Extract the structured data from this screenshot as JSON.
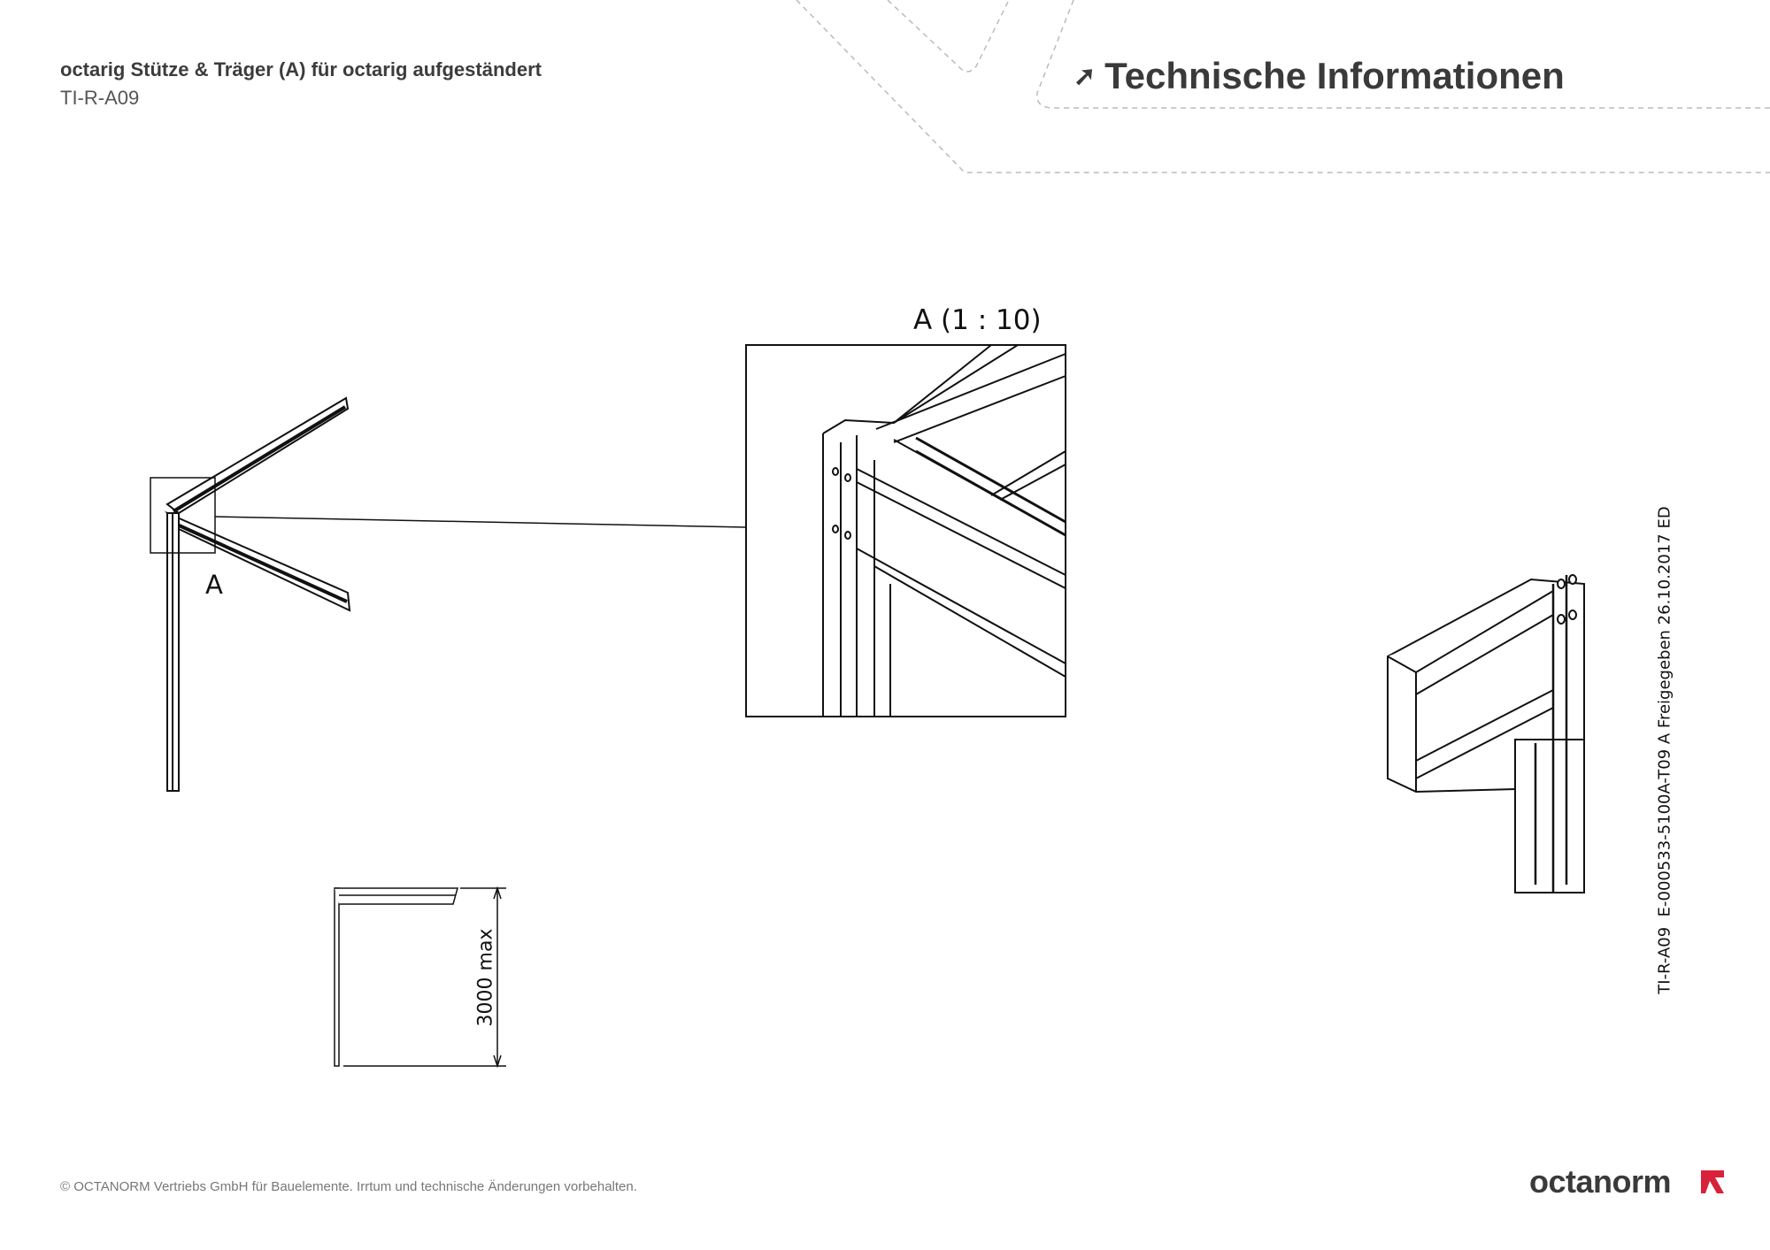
{
  "header": {
    "title": "octarig Stütze & Träger (A) für octarig aufgeständert",
    "code": "TI-R-A09",
    "section_heading": "Technische Informationen",
    "section_icon": "arrow-up-right-icon"
  },
  "drawing": {
    "detail_label": "A (1 : 10)",
    "callout_label": "A",
    "dimension_label": "3000 max",
    "side_text": "TI-R-A09  E-000533-5100A-T09 A Freigegeben 26.10.2017 ED"
  },
  "footer": {
    "copyright": "© OCTANORM Vertriebs GmbH für Bauelemente. Irrtum und technische Änderungen vorbehalten.",
    "logo_text": "octanorm",
    "brand_color": "#d9213a"
  }
}
